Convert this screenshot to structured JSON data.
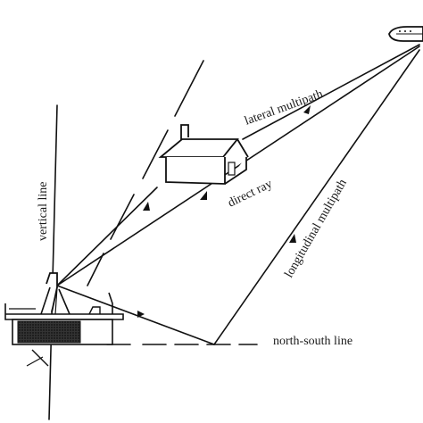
{
  "labels": {
    "lateral_multipath": "lateral multipath",
    "direct_ray": "direct ray",
    "longitudinal_multipath": "longitudinal multipath",
    "vertical_line": "vertical line",
    "north_south_line": "north-south line"
  },
  "colors": {
    "ink": "#111111",
    "paper": "#ffffff",
    "hatch": "#222222"
  },
  "icons": {
    "aircraft": "aircraft-icon",
    "house": "house-icon",
    "antenna_station": "antenna-station-icon"
  }
}
